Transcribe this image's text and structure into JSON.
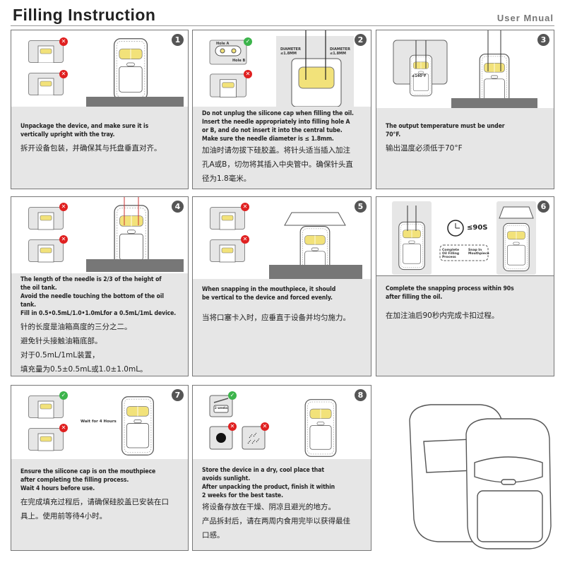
{
  "header": {
    "title": "Filling Instruction",
    "subtitle": "User Mnual"
  },
  "colors": {
    "tank": "#f2e27a",
    "panel_text_bg": "#e6e6e6",
    "check": "#3cb44b",
    "cross": "#e02020"
  },
  "icons": {
    "check": "check-icon",
    "cross": "cross-icon"
  },
  "steps": [
    {
      "num": "1",
      "en": [
        "Unpackage the device, and make sure it is",
        "vertically upright with the tray."
      ],
      "zh": [
        "拆开设备包装，并确保其与托盘垂直对齐。"
      ]
    },
    {
      "num": "2",
      "en": [
        "Do not unplug the silicone cap when filling the oil.",
        "Insert the needle appropriately into filling hole A",
        "or B, and do not insert it into the central tube.",
        "Make sure the needle diameter is ≤  1.8mm."
      ],
      "zh": [
        "加油时请勿拔下硅胶盖。将针头适当插入加注",
        "孔A或B，切勿将其插入中央管中。确保针头直",
        "径为1.8毫米。"
      ],
      "labels": {
        "hole_a": "Hole A",
        "hole_b": "Hole B",
        "diam_left": "DIAMETER ≤1.8MM",
        "diam_right": "DIAMETER ≤1.8MM"
      }
    },
    {
      "num": "3",
      "en": [
        "The output temperature must be under",
        "70°F."
      ],
      "zh": [
        "输出温度必须低于70°F"
      ],
      "labels": {
        "temp": "≤140°F"
      }
    },
    {
      "num": "4",
      "en": [
        "The length of the needle is 2/3 of the height of",
        "the oil tank.",
        "Avoid the needle touching the bottom of the oil tank.",
        "Fill in 0.5•0.5mL/1.0•1.0mLfor a 0.5mL/1mL device."
      ],
      "zh": [
        "针的长度是油箱高度的三分之二。",
        "避免针头接触油箱底部。",
        "对于0.5mL/1mL装置，",
        "填充量为0.5±0.5mL或1.0±1.0mL。"
      ]
    },
    {
      "num": "5",
      "en": [
        "When snapping in the mouthpiece, it should",
        "be vertical to the device and forced evenly."
      ],
      "zh": [
        "当将口塞卡入时，应垂直于设备并均匀施力。"
      ]
    },
    {
      "num": "6",
      "en": [
        "Complete the snapping process within 90s",
        "after filling the oil."
      ],
      "zh": [
        "在加注油后90秒内完成卡扣过程。"
      ],
      "labels": {
        "timer": "≤90S",
        "from": "Complete Oil Filling Process",
        "to": "Snap In Mouthpiece"
      }
    },
    {
      "num": "7",
      "en": [
        "Ensure the silicone cap is on the mouthpiece",
        "after completing the filling process.",
        "Wait 4 hours before use."
      ],
      "zh": [
        "在完成填充过程后，请确保硅胶盖已安装在口",
        "具上。使用前等待4小时。"
      ],
      "labels": {
        "wait": "Wait for 4 Hours"
      }
    },
    {
      "num": "8",
      "en": [
        "Store the device in a dry, cool place that",
        "avoids sunlight.",
        "After unpacking the product, finish it within",
        "2 weeks for the best taste."
      ],
      "zh": [
        "将设备存放在干燥、阴凉且避光的地方。",
        "产品拆封后，请在两周内食用完毕以获得最佳",
        "口感。"
      ],
      "labels": {
        "weeks": "2 weeks"
      }
    }
  ]
}
